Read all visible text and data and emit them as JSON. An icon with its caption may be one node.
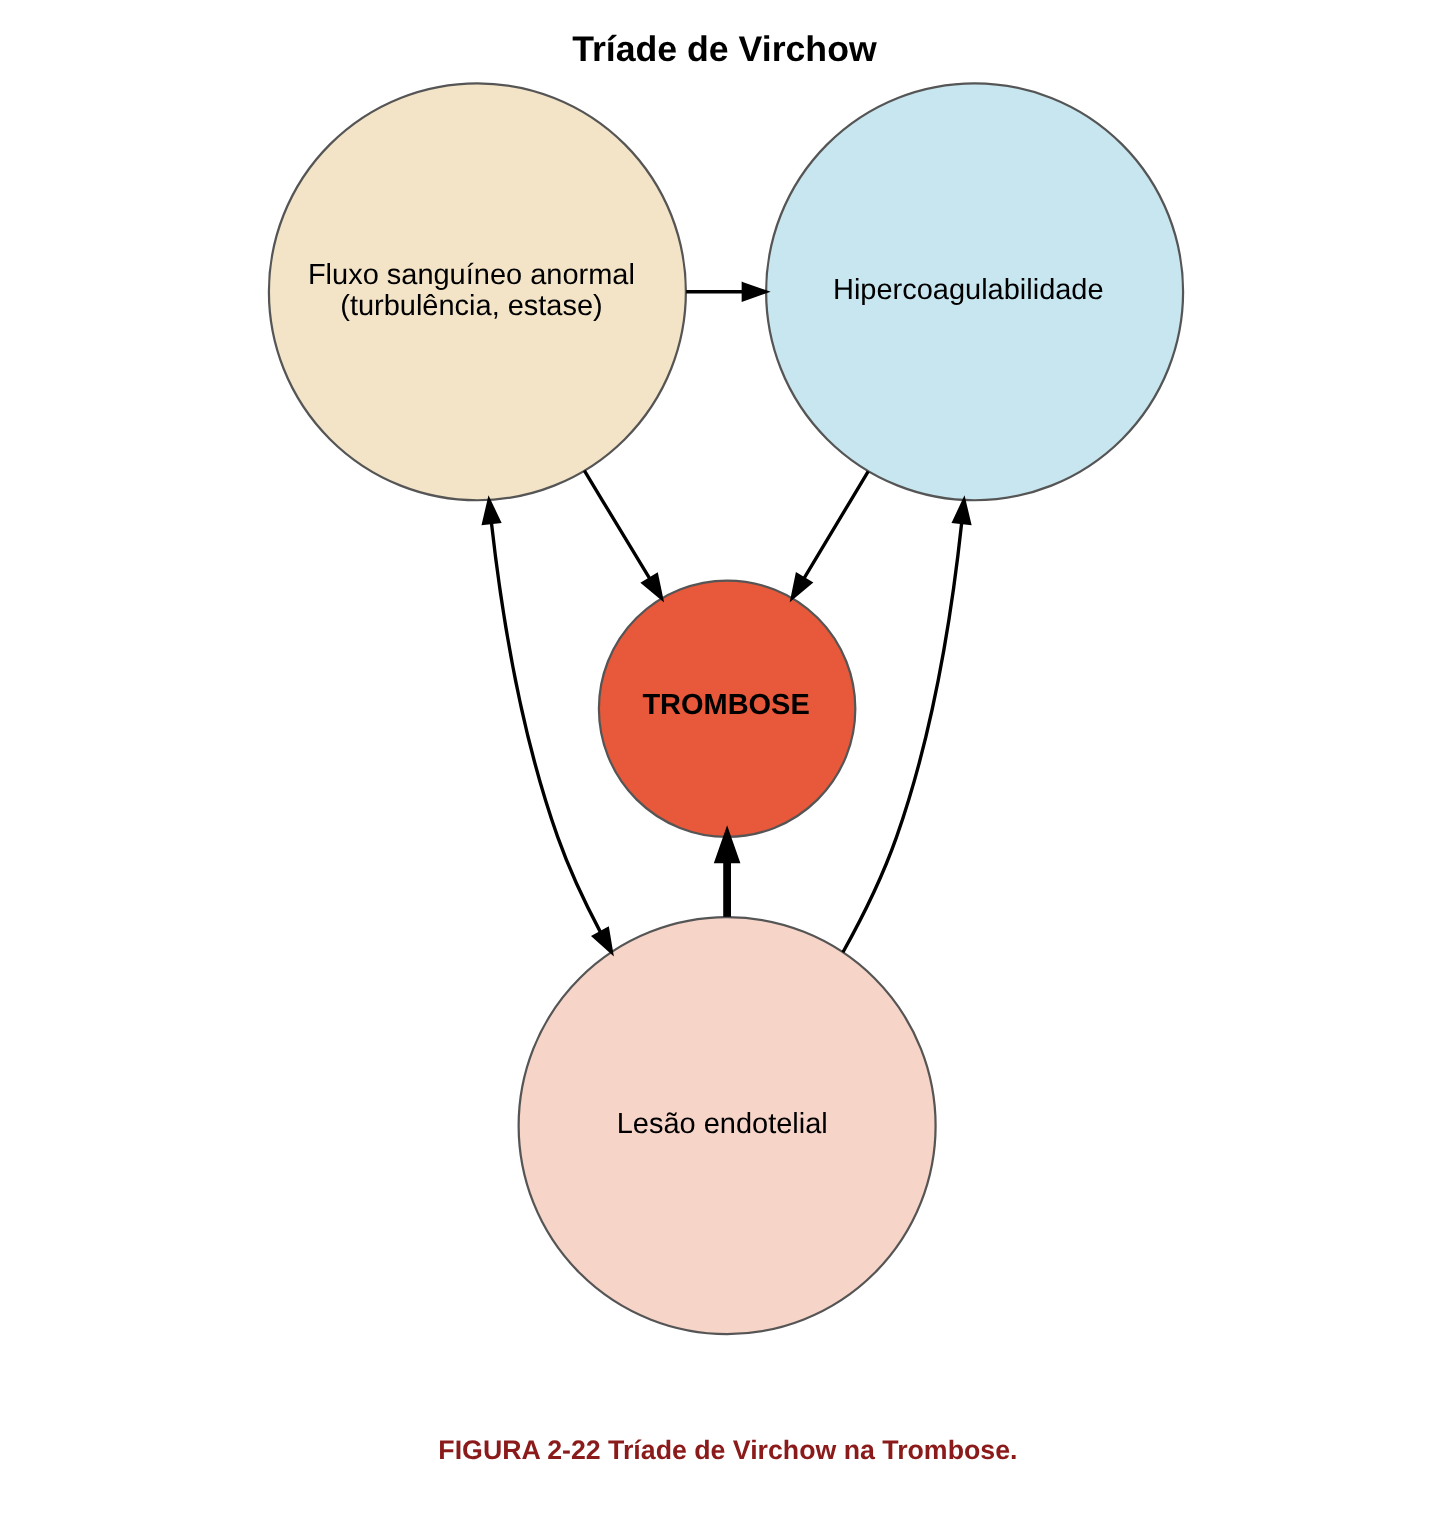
{
  "diagram": {
    "title": "Tríade de Virchow",
    "caption": "FIGURA 2-22 Tríade de Virchow na Trombose.",
    "nodes": [
      {
        "text": [
          "Fluxo sanguíneo anormal (turbulência, estase)"
        ]
      },
      {
        "text": [
          "Hipercoagulabilidade"
        ]
      },
      {
        "text": [
          "TROMBOSE"
        ]
      },
      {
        "text": [
          "Lesão endotelial"
        ]
      }
    ],
    "edges": [
      {
        "from": 0,
        "to": 1,
        "arrow": "to"
      },
      {
        "from": 0,
        "to": 3,
        "arrow": "both"
      },
      {
        "from": 3,
        "to": 1,
        "arrow": "to"
      },
      {
        "from": 0,
        "to": 2,
        "arrow": "to"
      },
      {
        "from": 1,
        "to": 2,
        "arrow": "to"
      },
      {
        "from": 3,
        "to": 2,
        "arrow": "to",
        "style": "thick"
      }
    ]
  }
}
